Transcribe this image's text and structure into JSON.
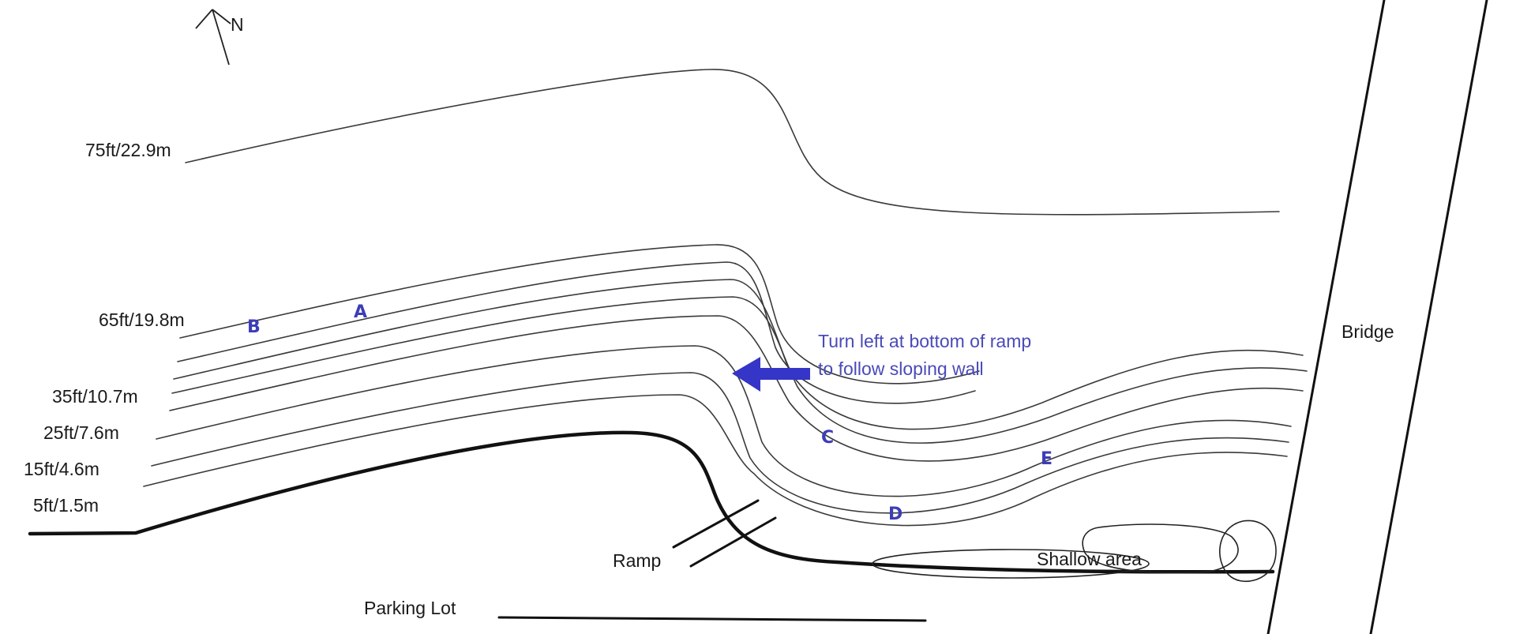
{
  "colors": {
    "ink": "#111111",
    "annotation": "#3d3db8",
    "arrow": "#3535c8"
  },
  "compass": {
    "label": "N",
    "icon": "north-arrow-icon"
  },
  "depth_labels": {
    "d75": "75ft/22.9m",
    "d65": "65ft/19.8m",
    "d35": "35ft/10.7m",
    "d25": "25ft/7.6m",
    "d15": "15ft/4.6m",
    "d5": "5ft/1.5m"
  },
  "site_markers": {
    "a": "A",
    "b": "B",
    "c": "C",
    "d": "D",
    "e": "E"
  },
  "instruction": {
    "line1": "Turn left at bottom of ramp",
    "line2": "to follow sloping wall",
    "icon": "left-arrow-icon"
  },
  "landmarks": {
    "bridge": "Bridge",
    "ramp": "Ramp",
    "parking": "Parking Lot",
    "shallow": "Shallow area"
  }
}
